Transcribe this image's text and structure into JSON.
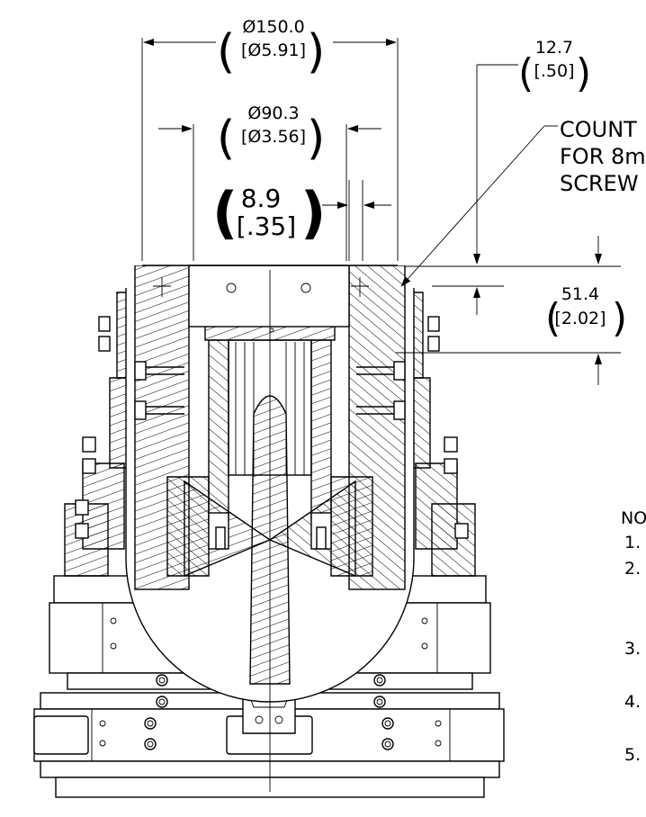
{
  "dimensions": {
    "outer_diameter": {
      "mm": "Ø150.0",
      "inch": "[Ø5.91]"
    },
    "bore_diameter": {
      "mm": "Ø90.3",
      "inch": "[Ø3.56]"
    },
    "wall_gap": {
      "mm": "8.9",
      "inch": "[.35]"
    },
    "top_offset": {
      "mm": "12.7",
      "inch": "[.50]"
    },
    "depth": {
      "mm": "51.4",
      "inch": "[2.02]"
    }
  },
  "callout": {
    "line1": "COUNT",
    "line2": "FOR 8m",
    "line3": "SCREW"
  },
  "notes": {
    "heading": "NO",
    "items": [
      "1.",
      "2.",
      "3.",
      "4.",
      "5."
    ]
  }
}
